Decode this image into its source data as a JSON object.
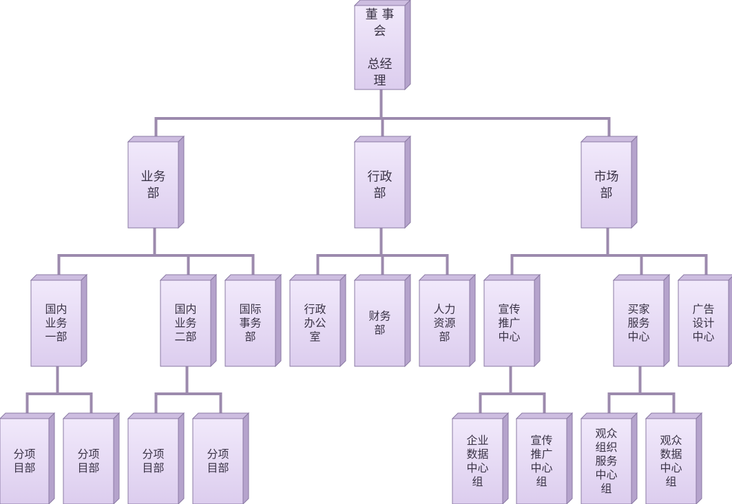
{
  "diagram": {
    "nodes": [
      {
        "id": "board",
        "lines": [
          "董 事",
          "会",
          "",
          "总经",
          "理"
        ]
      },
      {
        "id": "business",
        "lines": [
          "业务",
          "部"
        ]
      },
      {
        "id": "admin",
        "lines": [
          "行政",
          "部"
        ]
      },
      {
        "id": "market",
        "lines": [
          "市场",
          "部"
        ]
      },
      {
        "id": "domestic1",
        "lines": [
          "国内",
          "业务",
          "一部"
        ]
      },
      {
        "id": "domestic2",
        "lines": [
          "国内",
          "业务",
          "二部"
        ]
      },
      {
        "id": "intl",
        "lines": [
          "国际",
          "事务",
          "部"
        ]
      },
      {
        "id": "admin-office",
        "lines": [
          "行政",
          "办公",
          "室"
        ]
      },
      {
        "id": "finance",
        "lines": [
          "财务",
          "部"
        ]
      },
      {
        "id": "hr",
        "lines": [
          "人力",
          "资源",
          "部"
        ]
      },
      {
        "id": "promo",
        "lines": [
          "宣传",
          "推广",
          "中心"
        ]
      },
      {
        "id": "buyer-service",
        "lines": [
          "买家",
          "服务",
          "中心"
        ]
      },
      {
        "id": "ad-design",
        "lines": [
          "广告",
          "设计",
          "中心"
        ]
      },
      {
        "id": "sub1",
        "lines": [
          "分项",
          "目部"
        ]
      },
      {
        "id": "sub2",
        "lines": [
          "分项",
          "目部"
        ]
      },
      {
        "id": "sub3",
        "lines": [
          "分项",
          "目部"
        ]
      },
      {
        "id": "sub4",
        "lines": [
          "分项",
          "目部"
        ]
      },
      {
        "id": "enterprise-data",
        "lines": [
          "企业",
          "数据",
          "中心",
          "组"
        ]
      },
      {
        "id": "promo-center",
        "lines": [
          "宣传",
          "推广",
          "中心",
          "组"
        ]
      },
      {
        "id": "audience-org",
        "lines": [
          "观众",
          "组织",
          "服务",
          "中心",
          "组"
        ]
      },
      {
        "id": "audience-data",
        "lines": [
          "观众",
          "数据",
          "中心",
          "组"
        ]
      }
    ],
    "edges": [
      [
        "board",
        "business"
      ],
      [
        "board",
        "admin"
      ],
      [
        "board",
        "market"
      ],
      [
        "business",
        "domestic1"
      ],
      [
        "business",
        "domestic2"
      ],
      [
        "business",
        "intl"
      ],
      [
        "admin",
        "admin-office"
      ],
      [
        "admin",
        "finance"
      ],
      [
        "admin",
        "hr"
      ],
      [
        "market",
        "promo"
      ],
      [
        "market",
        "buyer-service"
      ],
      [
        "market",
        "ad-design"
      ],
      [
        "domestic1",
        "sub1"
      ],
      [
        "domestic1",
        "sub2"
      ],
      [
        "domestic2",
        "sub3"
      ],
      [
        "domestic2",
        "sub4"
      ],
      [
        "promo",
        "enterprise-data"
      ],
      [
        "promo",
        "promo-center"
      ],
      [
        "buyer-service",
        "audience-org"
      ],
      [
        "buyer-service",
        "audience-data"
      ]
    ]
  },
  "colors": {
    "box_front_top": "#f1e9fb",
    "box_front_bottom": "#dccdee",
    "box_side": "#b5a3cc",
    "box_top": "#cdbde0",
    "box_stroke": "#8a79a3",
    "connector": "#9c8aad"
  }
}
